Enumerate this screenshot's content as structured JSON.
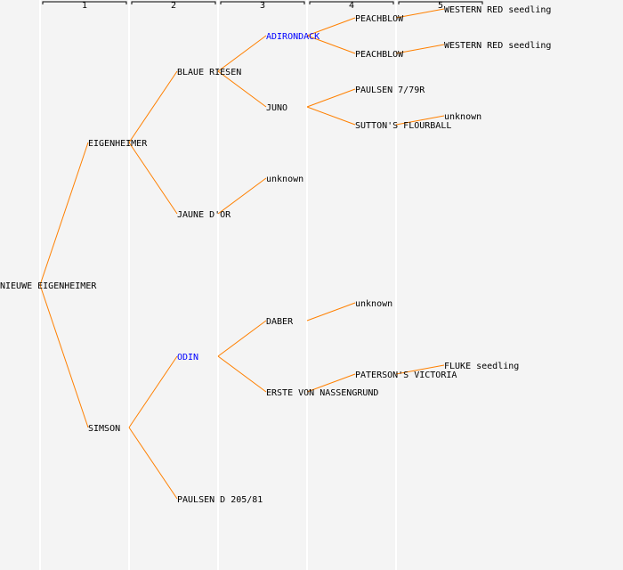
{
  "generation_headers": [
    "1",
    "2",
    "3",
    "4",
    "5"
  ],
  "colors": {
    "line": "#ff8000",
    "text": "#000000",
    "highlight": "#0000ff",
    "separator": "#ffffff",
    "background": "#f4f4f4"
  },
  "nodes": [
    {
      "name": "NIEUWE EIGENHEIMER",
      "gen": 0,
      "index": 0
    },
    {
      "name": "EIGENHEIMER",
      "gen": 1,
      "index": 0
    },
    {
      "name": "SIMSON",
      "gen": 1,
      "index": 1
    },
    {
      "name": "BLAUE RIESEN",
      "gen": 2,
      "index": 0
    },
    {
      "name": "JAUNE D'OR",
      "gen": 2,
      "index": 1
    },
    {
      "name": "ODIN",
      "gen": 2,
      "index": 2,
      "highlight": true
    },
    {
      "name": "PAULSEN D 205/81",
      "gen": 2,
      "index": 3
    },
    {
      "name": "ADIRONDACK",
      "gen": 3,
      "index": 0,
      "highlight": true
    },
    {
      "name": "JUNO",
      "gen": 3,
      "index": 1
    },
    {
      "name": "unknown",
      "gen": 3,
      "index": 2
    },
    {
      "name": "DABER",
      "gen": 3,
      "index": 4
    },
    {
      "name": "ERSTE VON NASSENGRUND",
      "gen": 3,
      "index": 5
    },
    {
      "name": "PEACHBLOW",
      "gen": 4,
      "index": 0
    },
    {
      "name": "PEACHBLOW",
      "gen": 4,
      "index": 1
    },
    {
      "name": "PAULSEN 7/79R",
      "gen": 4,
      "index": 2
    },
    {
      "name": "SUTTON'S FLOURBALL",
      "gen": 4,
      "index": 3
    },
    {
      "name": "unknown",
      "gen": 4,
      "index": 8
    },
    {
      "name": "PATERSON'S VICTORIA",
      "gen": 4,
      "index": 10
    },
    {
      "name": "WESTERN RED seedling",
      "gen": 5,
      "index": 0
    },
    {
      "name": "WESTERN RED seedling",
      "gen": 5,
      "index": 2
    },
    {
      "name": "unknown",
      "gen": 5,
      "index": 6
    },
    {
      "name": "FLUKE seedling",
      "gen": 5,
      "index": 20
    }
  ]
}
